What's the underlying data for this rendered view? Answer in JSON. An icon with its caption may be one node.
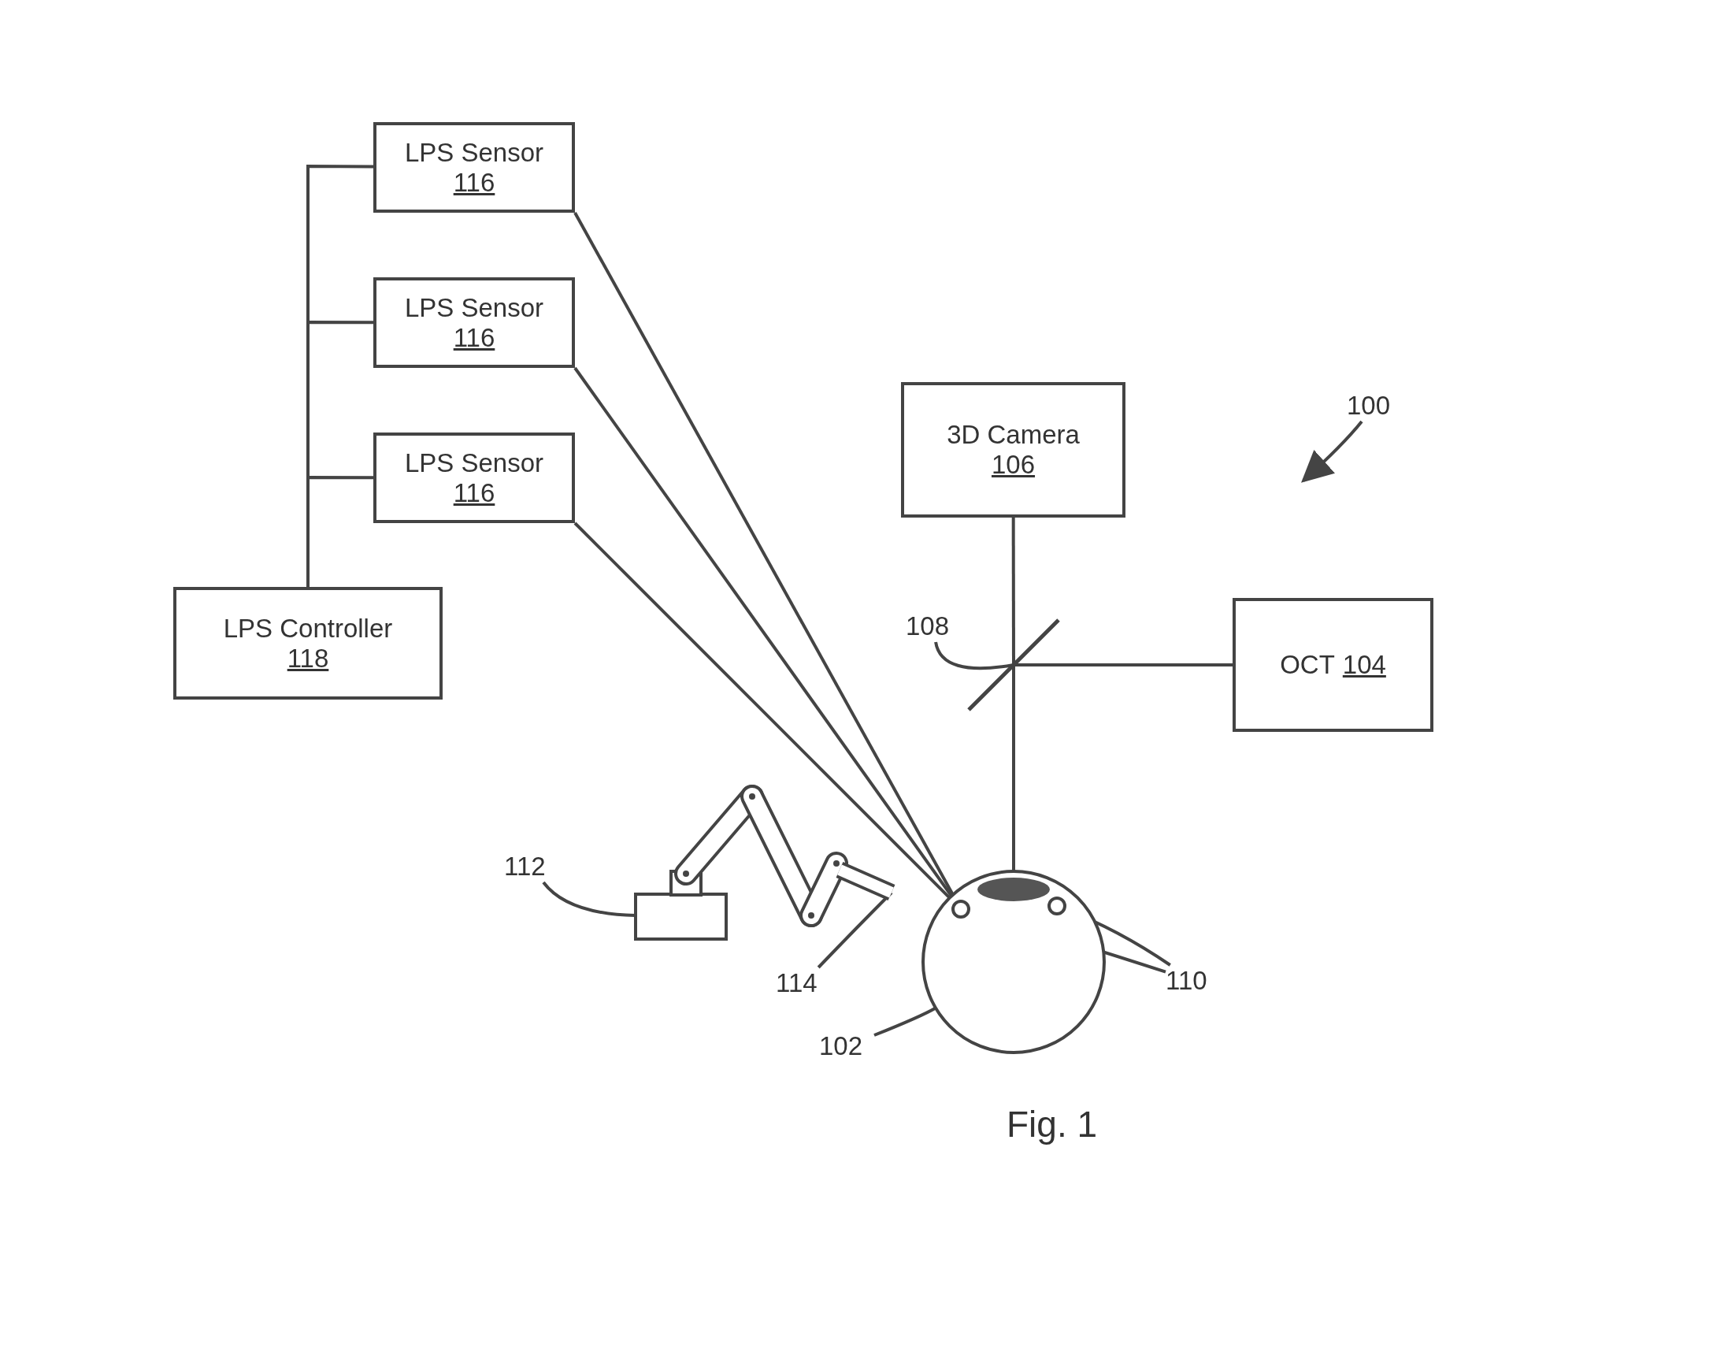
{
  "diagram": {
    "caption": "Fig. 1",
    "nodes": [
      {
        "text": [
          "LPS Sensor",
          "116"
        ]
      },
      {
        "text": [
          "LPS Sensor",
          "116"
        ]
      },
      {
        "text": [
          "LPS Sensor",
          "116"
        ]
      },
      {
        "text": [
          "LPS Controller",
          "118"
        ]
      },
      {
        "text": [
          "3D Camera",
          "106"
        ]
      },
      {
        "text": [
          "OCT",
          "104"
        ]
      },
      {
        "text": [
          "100"
        ]
      },
      {
        "text": [
          "108"
        ]
      },
      {
        "text": [],
        "shape": "bar"
      },
      {
        "text": [
          "112"
        ]
      },
      {
        "text": [],
        "shape": "box"
      },
      {
        "text": [
          "114"
        ]
      },
      {
        "text": [],
        "shape": "picture"
      },
      {
        "text": [],
        "shape": "circle"
      },
      {
        "text": [],
        "shape": "circle",
        "in": 13
      },
      {
        "text": [],
        "shape": "circle",
        "in": 13
      },
      {
        "text": [
          "110"
        ]
      },
      {
        "text": [
          "102"
        ]
      }
    ],
    "edges": [
      {
        "from": 3,
        "to": 0,
        "arrow": "none"
      },
      {
        "from": 3,
        "to": 1,
        "arrow": "none"
      },
      {
        "from": 3,
        "to": 2,
        "arrow": "none"
      },
      {
        "from": 0,
        "to": 14,
        "arrow": "none"
      },
      {
        "from": 1,
        "to": 14,
        "arrow": "none"
      },
      {
        "from": 2,
        "to": 14,
        "arrow": "none"
      },
      {
        "from": 4,
        "to": 8,
        "arrow": "none"
      },
      {
        "from": 8,
        "to": 13,
        "arrow": "none"
      },
      {
        "from": 5,
        "to": 8,
        "arrow": "none"
      },
      {
        "from": 6,
        "to": null,
        "arrow": "to"
      },
      {
        "from": 7,
        "to": 8,
        "arrow": "none"
      },
      {
        "from": 9,
        "to": 10,
        "arrow": "none"
      },
      {
        "from": 11,
        "to": 12,
        "arrow": "none"
      },
      {
        "from": 16,
        "to": 14,
        "arrow": "none"
      },
      {
        "from": 16,
        "to": 15,
        "arrow": "none"
      },
      {
        "from": 17,
        "to": 13,
        "arrow": "none"
      }
    ]
  }
}
